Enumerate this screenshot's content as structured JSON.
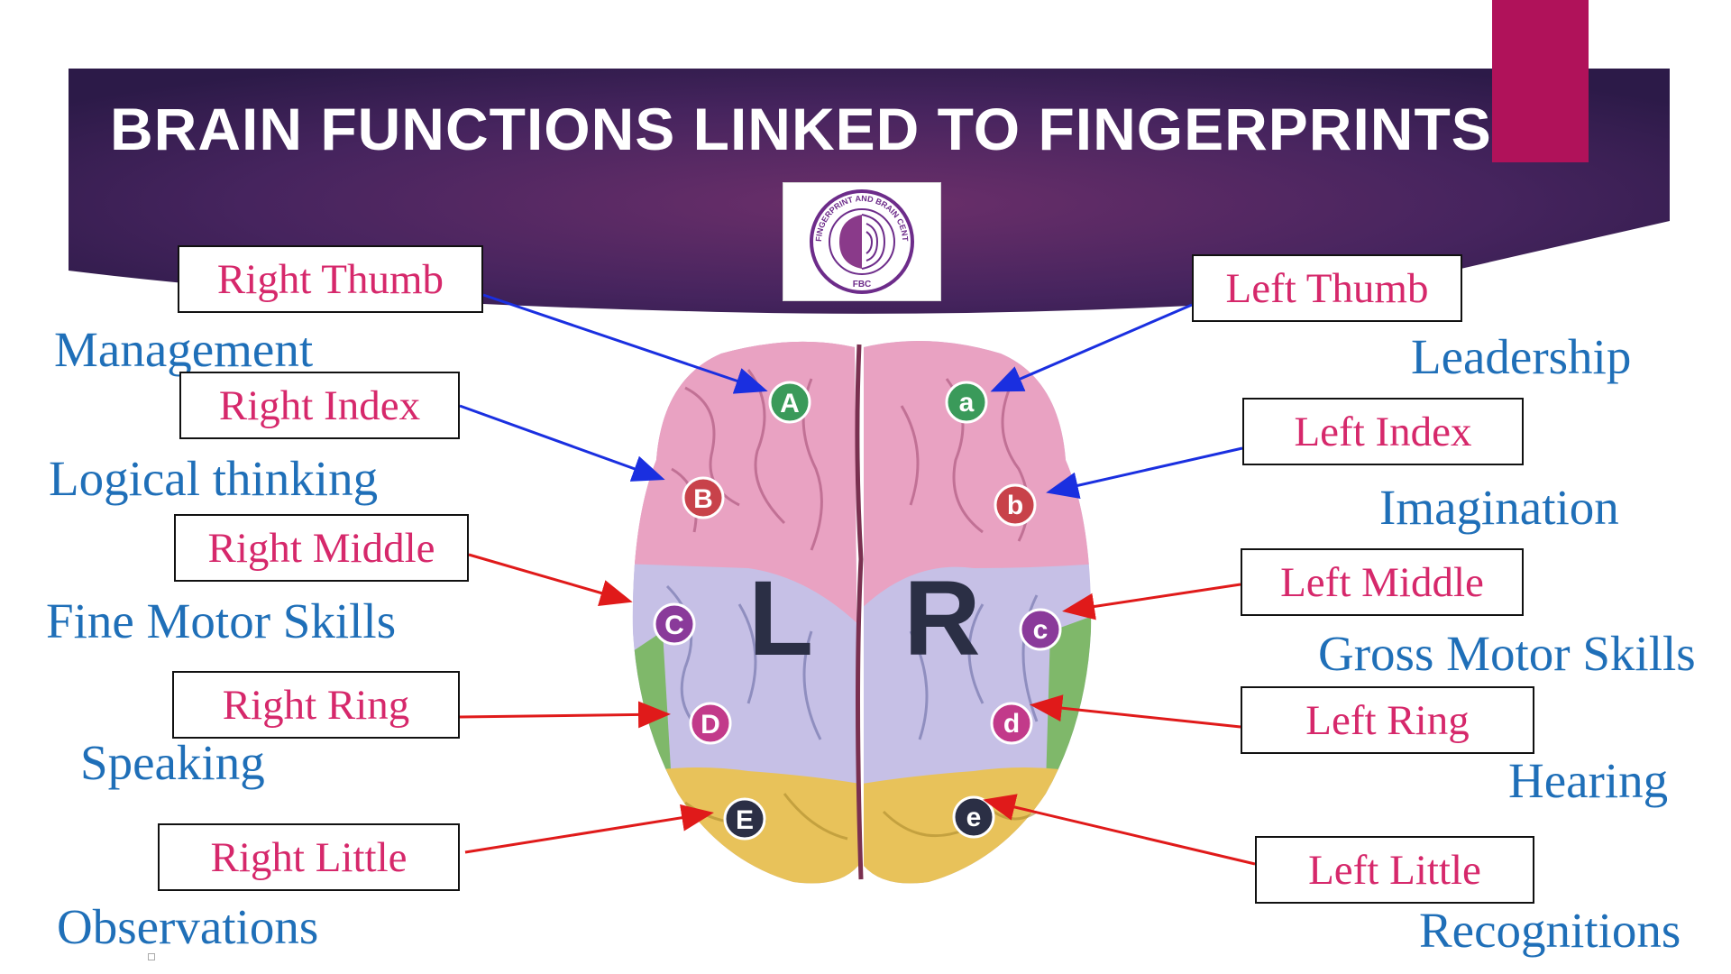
{
  "title": "BRAIN FUNCTIONS LINKED TO FINGERPRINTS",
  "logo": {
    "ring_text": "FINGERPRINT AND BRAIN CENTER",
    "abbr": "FBC"
  },
  "hemispheres": {
    "left": "L",
    "right": "R"
  },
  "right_hand": [
    {
      "finger": "Right Thumb",
      "function": "Management",
      "marker": "A"
    },
    {
      "finger": "Right Index",
      "function": "Logical thinking",
      "marker": "B"
    },
    {
      "finger": "Right Middle",
      "function": "Fine Motor Skills",
      "marker": "C"
    },
    {
      "finger": "Right Ring",
      "function": "Speaking",
      "marker": "D"
    },
    {
      "finger": "Right Little",
      "function": "Observations",
      "marker": "E"
    }
  ],
  "left_hand": [
    {
      "finger": "Left Thumb",
      "function": "Leadership",
      "marker": "a"
    },
    {
      "finger": "Left Index",
      "function": "Imagination",
      "marker": "b"
    },
    {
      "finger": "Left Middle",
      "function": "Gross Motor Skills",
      "marker": "c"
    },
    {
      "finger": "Left Ring",
      "function": "Hearing",
      "marker": "d"
    },
    {
      "finger": "Left Little",
      "function": "Recognitions",
      "marker": "e"
    }
  ],
  "colors": {
    "banner": "#3a1e55",
    "accent": "#b0125a",
    "finger_text": "#d6286b",
    "function_text": "#1f6fb8",
    "arrow_blue": "#1a2fe0",
    "arrow_red": "#e01a1a",
    "frontal_lobe": "#e9a2c2",
    "parietal_lobe": "#c6c0e6",
    "occipital_lobe": "#e8c25a",
    "temporal_lobe": "#7fb86a",
    "marker_A": "#3a9a5a",
    "marker_B": "#c8424a",
    "marker_C": "#8a3a9a",
    "marker_D": "#c23a8a",
    "marker_E": "#2b2f45"
  }
}
